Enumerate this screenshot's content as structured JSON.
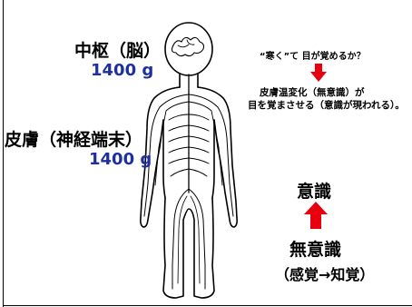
{
  "nodes": {
    "cns_title": "中枢（脳）",
    "cns_weight": "1400 g",
    "skin_title": "皮膚（神経端末）",
    "skin_weight": "1400 g",
    "question": "“寒く”て 目が覚めるか？",
    "skin_temp_change": "皮膚温変化（無意識）が",
    "wakes_up": "目を覚まさせる（意識が現われる）。",
    "conscious": "意識",
    "unconscious": "無意識",
    "sense_to_perception": "（感覚→知覚）"
  },
  "colors": {
    "arrow": "#e8000e",
    "weight_text": "#1f2fa0"
  },
  "icons": {
    "figure": "human-nervous-system-icon",
    "down_arrow": "red-down-arrow-icon",
    "up_arrow": "red-up-arrow-icon"
  }
}
